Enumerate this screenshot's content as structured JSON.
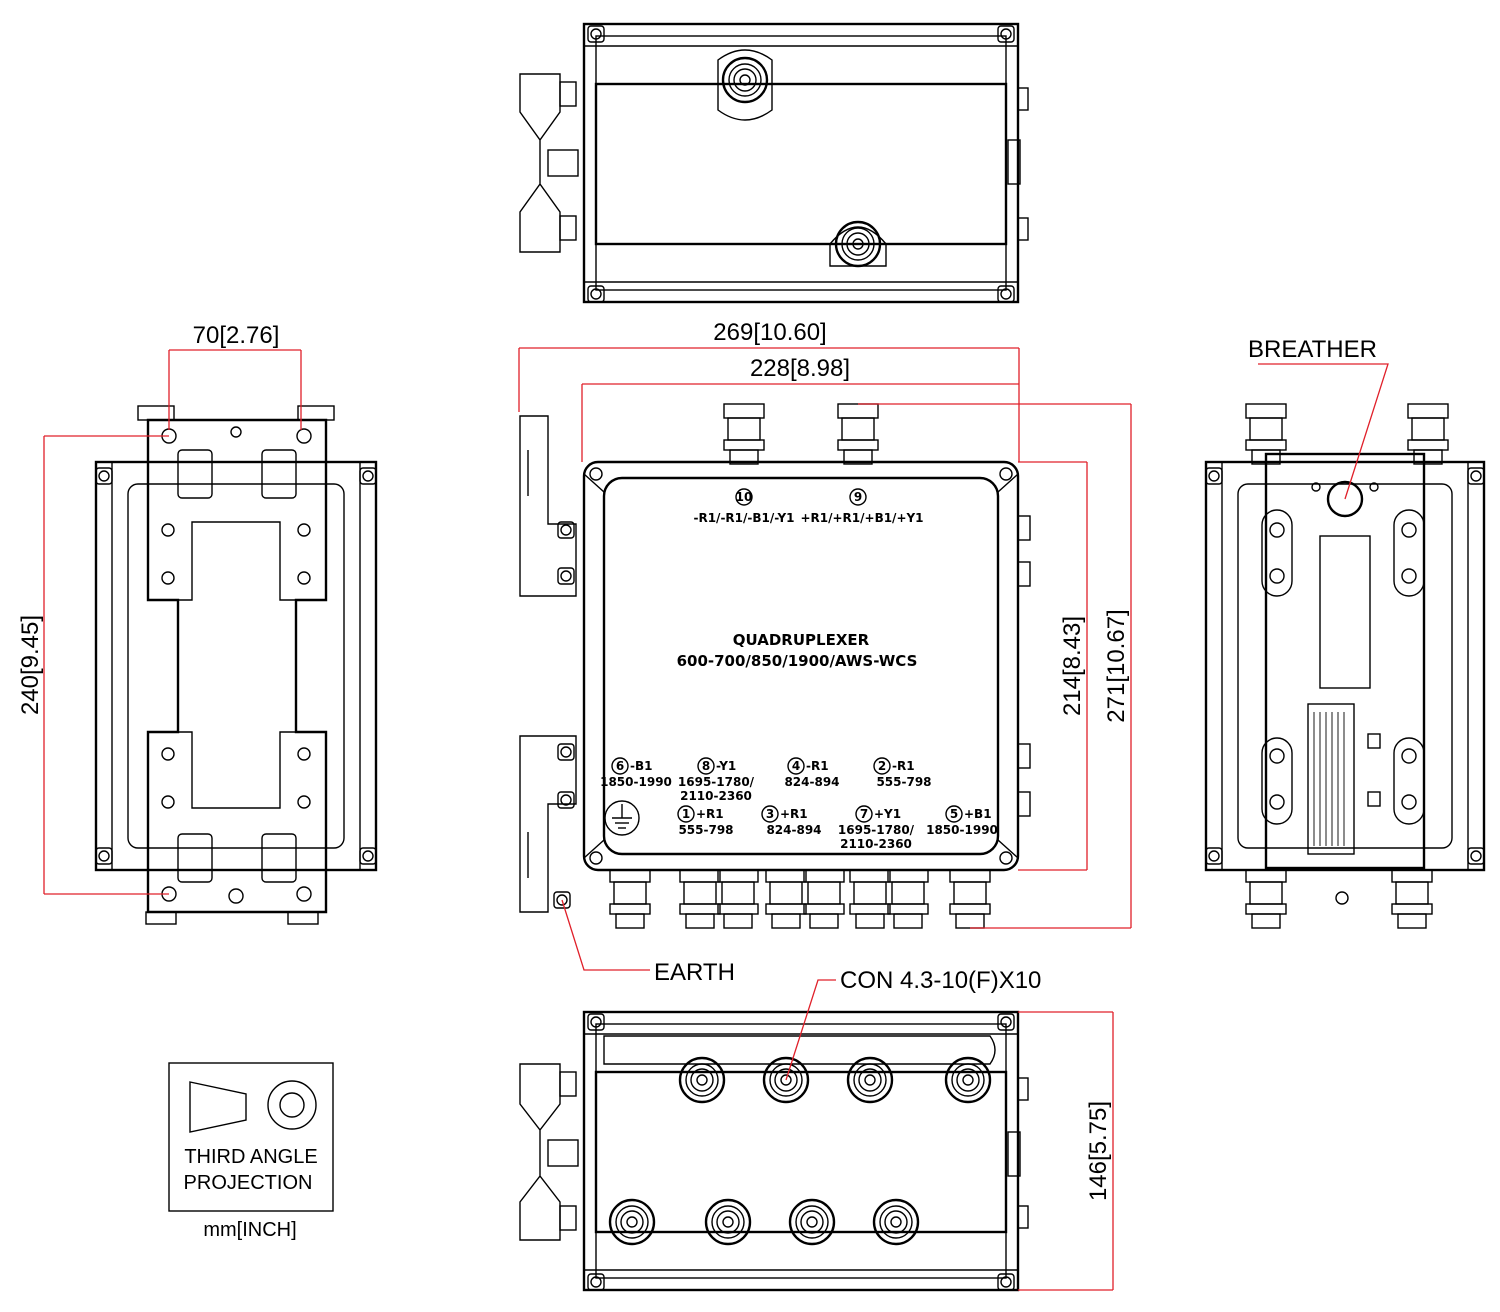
{
  "dimensions": {
    "overall_width": "269[10.60]",
    "body_width": "228[8.98]",
    "bracket_spacing": "70[2.76]",
    "bracket_length": "240[9.45]",
    "body_height": "214[8.43]",
    "overall_height": "271[10.67]",
    "depth": "146[5.75]"
  },
  "labels": {
    "breather": "BREATHER",
    "earth": "EARTH",
    "connectors": "CON 4.3-10(F)X10"
  },
  "product": {
    "line1": "QUADRUPLEXER",
    "line2": "600-700/850/1900/AWS-WCS"
  },
  "ports": [
    {
      "num": "10",
      "name": "-R1/-R1/-B1/-Y1",
      "band": "",
      "band2": ""
    },
    {
      "num": "9",
      "name": "+R1/+R1/+B1/+Y1",
      "band": "",
      "band2": ""
    },
    {
      "num": "6",
      "name": "-B1",
      "band": "1850-1990",
      "band2": ""
    },
    {
      "num": "8",
      "name": "-Y1",
      "band": "1695-1780/",
      "band2": "2110-2360"
    },
    {
      "num": "4",
      "name": "-R1",
      "band": "824-894",
      "band2": ""
    },
    {
      "num": "2",
      "name": "-R1",
      "band": "555-798",
      "band2": ""
    },
    {
      "num": "1",
      "name": "+R1",
      "band": "555-798",
      "band2": ""
    },
    {
      "num": "3",
      "name": "+R1",
      "band": "824-894",
      "band2": ""
    },
    {
      "num": "7",
      "name": "+Y1",
      "band": "1695-1780/",
      "band2": "2110-2360"
    },
    {
      "num": "5",
      "name": "+B1",
      "band": "1850-1990",
      "band2": ""
    }
  ],
  "projection": {
    "line1": "THIRD ANGLE",
    "line2": "PROJECTION",
    "units": "mm[INCH]"
  },
  "colors": {
    "dimension_line": "#e0202a",
    "outline": "#000000"
  }
}
